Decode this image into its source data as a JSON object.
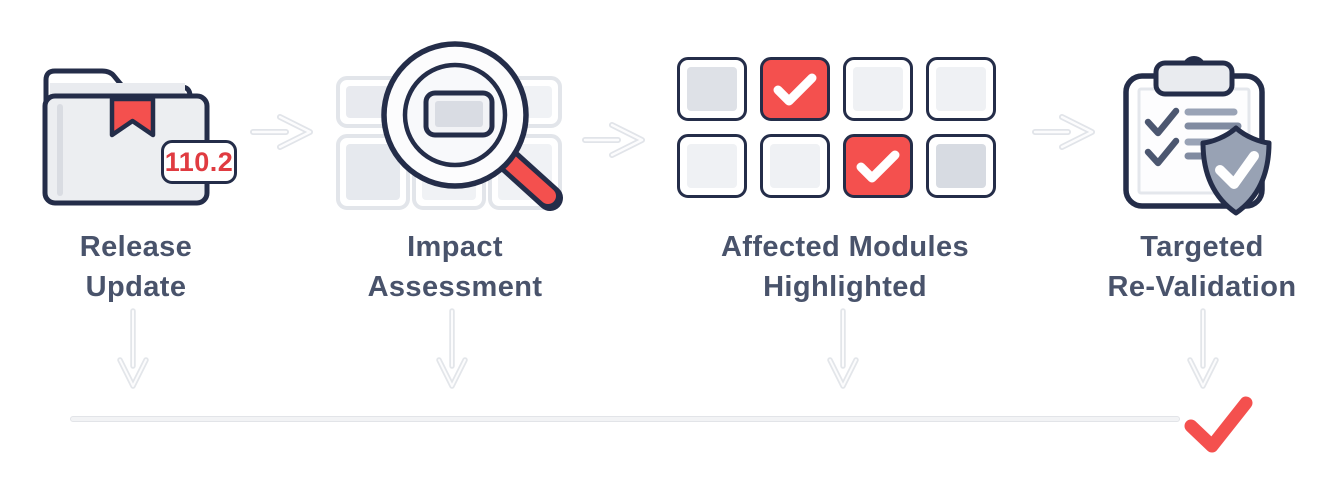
{
  "diagram": {
    "version_badge": "110.2",
    "stages": [
      {
        "name": "release-update",
        "label_line1": "Release",
        "label_line2": "Update",
        "icon": "folder-release-icon"
      },
      {
        "name": "impact-assessment",
        "label_line1": "Impact",
        "label_line2": "Assessment",
        "icon": "grid-magnifier-icon"
      },
      {
        "name": "affected-modules",
        "label_line1": "Affected Modules",
        "label_line2": "Highlighted",
        "icon": "modules-grid-icon"
      },
      {
        "name": "targeted-revalidation",
        "label_line1": "Targeted",
        "label_line2": "Re-Validation",
        "icon": "clipboard-shield-icon"
      }
    ],
    "modules_grid": {
      "rows": 2,
      "cols": 4,
      "highlighted_cells": [
        [
          0,
          1
        ],
        [
          1,
          2
        ]
      ]
    },
    "colors": {
      "accent_red": "#F4504E",
      "outline_navy": "#242D49",
      "label_slate": "#49536B",
      "tile_fill": "#EDEFF2",
      "shield_gray": "#98A2B4",
      "arrow_gray": "#E2E5EA"
    }
  }
}
